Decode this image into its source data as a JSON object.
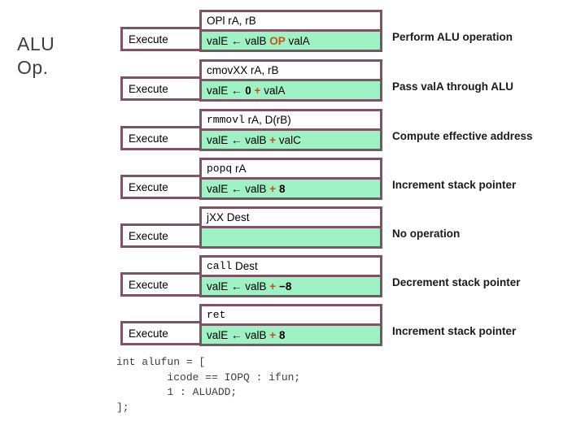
{
  "slide": {
    "title_lines": [
      "ALU",
      "Op."
    ],
    "stage_label": "Execute",
    "rows": [
      {
        "instruction": [
          {
            "text": "OPl rA, rB",
            "mono": false
          }
        ],
        "formula": [
          {
            "text": "valE ← valB ",
            "style": "n"
          },
          {
            "text": "OP",
            "style": "a"
          },
          {
            "text": " valA",
            "style": "n"
          }
        ],
        "description": "Perform ALU operation"
      },
      {
        "instruction": [
          {
            "text": "cmovXX rA, rB",
            "mono": false
          }
        ],
        "formula": [
          {
            "text": "valE ← ",
            "style": "n"
          },
          {
            "text": "0",
            "style": "b"
          },
          {
            "text": " ",
            "style": "n"
          },
          {
            "text": "+",
            "style": "a"
          },
          {
            "text": " valA",
            "style": "n"
          }
        ],
        "description": "Pass valA through ALU"
      },
      {
        "instruction": [
          {
            "text": "rmmovl",
            "mono": true
          },
          {
            "text": " rA, D(rB)",
            "mono": false
          }
        ],
        "formula": [
          {
            "text": "valE ← valB ",
            "style": "n"
          },
          {
            "text": "+",
            "style": "a"
          },
          {
            "text": " valC",
            "style": "n"
          }
        ],
        "description": "Compute effective address"
      },
      {
        "instruction": [
          {
            "text": "popq",
            "mono": true
          },
          {
            "text": " rA",
            "mono": false
          }
        ],
        "formula": [
          {
            "text": "valE ← valB ",
            "style": "n"
          },
          {
            "text": "+",
            "style": "a"
          },
          {
            "text": " ",
            "style": "n"
          },
          {
            "text": "8",
            "style": "b"
          }
        ],
        "description": "Increment stack pointer"
      },
      {
        "instruction": [
          {
            "text": "jXX Dest",
            "mono": false
          }
        ],
        "formula": [],
        "description": "No operation"
      },
      {
        "instruction": [
          {
            "text": "call",
            "mono": true
          },
          {
            "text": " Dest",
            "mono": false
          }
        ],
        "formula": [
          {
            "text": "valE ← valB ",
            "style": "n"
          },
          {
            "text": "+",
            "style": "a"
          },
          {
            "text": " ",
            "style": "n"
          },
          {
            "text": "−8",
            "style": "b"
          }
        ],
        "description": "Decrement stack pointer"
      },
      {
        "instruction": [
          {
            "text": "ret",
            "mono": true
          }
        ],
        "formula": [
          {
            "text": "valE ← valB ",
            "style": "n"
          },
          {
            "text": "+",
            "style": "a"
          },
          {
            "text": " ",
            "style": "n"
          },
          {
            "text": "8",
            "style": "b"
          }
        ],
        "description": "Increment stack pointer"
      }
    ],
    "code_lines": [
      "int alufun = [",
      "        icode == IOPQ : ifun;",
      "        1 : ALUADD;",
      "];"
    ],
    "colors": {
      "border": "#7D5365",
      "formula_bg": "#9FF2C3",
      "accent": "#C4541A",
      "title": "#3F3F3F",
      "code_text": "#3D3D3D"
    }
  }
}
